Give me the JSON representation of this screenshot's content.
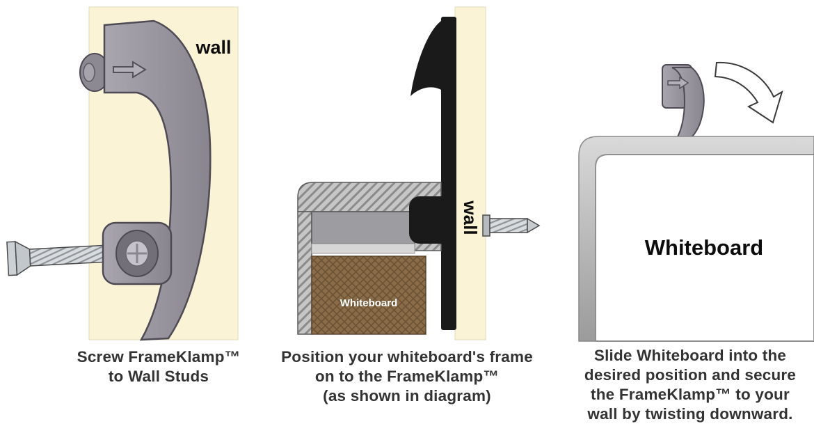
{
  "colors": {
    "cream": "#FAF3D6",
    "clamp_gray": "#9A96A0",
    "clamp_black": "#1A1A1A",
    "board_brown": "#8A6C49",
    "caption_text": "#333333"
  },
  "step1": {
    "wall_label": "wall",
    "caption": [
      "Screw FrameKlamp™",
      "to Wall Studs"
    ]
  },
  "step2": {
    "wall_label": "wall",
    "whiteboard_label": "Whiteboard",
    "caption": [
      "Position your whiteboard's frame",
      "on to the FrameKlamp™",
      "(as shown in diagram)"
    ]
  },
  "step3": {
    "whiteboard_label": "Whiteboard",
    "caption": [
      "Slide Whiteboard into the",
      "desired position and secure",
      "the FrameKlamp™ to your",
      "wall by twisting downward."
    ]
  }
}
